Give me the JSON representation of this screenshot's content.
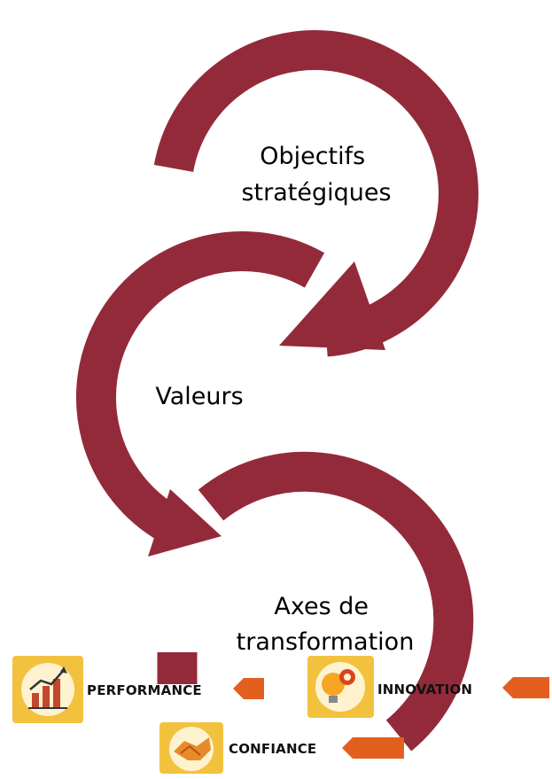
{
  "diagram": {
    "colors": {
      "arrow": "#932a3a",
      "badge_tile": "#f2c23f",
      "badge_pointer": "#e35f1e",
      "text": "#000000"
    },
    "steps": [
      {
        "lines": [
          "Objectifs",
          "stratégiques"
        ]
      },
      {
        "lines": [
          "Valeurs"
        ]
      },
      {
        "lines": [
          "Axes de",
          "transformation"
        ]
      }
    ],
    "badges": [
      {
        "label": "PERFORMANCE",
        "icon": "bar-chart-growth-icon"
      },
      {
        "label": "INNOVATION",
        "icon": "lightbulb-gear-icon"
      },
      {
        "label": "CONFIANCE",
        "icon": "handshake-icon"
      }
    ]
  }
}
